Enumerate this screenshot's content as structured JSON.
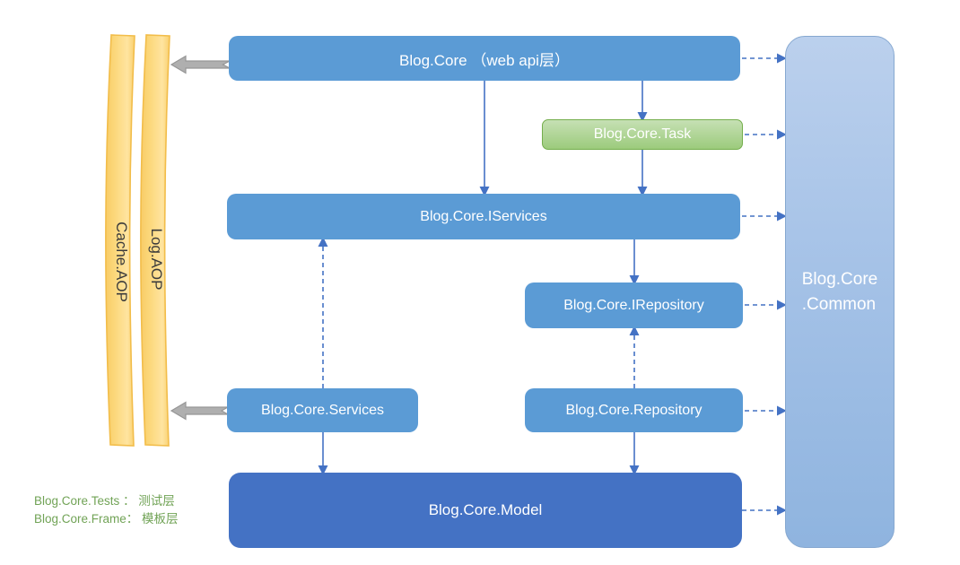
{
  "diagram": {
    "boxes": {
      "web_api": "Blog.Core （web api层）",
      "task": "Blog.Core.Task",
      "iservices": "Blog.Core.IServices",
      "irepository": "Blog.Core.IRepository",
      "services": "Blog.Core.Services",
      "repository": "Blog.Core.Repository",
      "model": "Blog.Core.Model",
      "common_line1": "Blog.Core",
      "common_line2": ".Common"
    },
    "bands": {
      "cache": "Cache.AOP",
      "log": "Log.AOP"
    },
    "legend": {
      "line1": "Blog.Core.Tests ： 测试层",
      "line2": "Blog.Core.Frame： 模板层"
    },
    "colors": {
      "box_blue": "#5B9BD5",
      "box_dark_blue": "#4472C4",
      "task_green_top": "#C6E0B4",
      "task_green_bottom": "#9CCB7C",
      "task_border_green": "#70AD47",
      "common_blue_top": "#BBD0ED",
      "common_blue_bottom": "#8FB4DF",
      "band_yellow": "#FCD97E",
      "band_border_gold": "#F2BD4A",
      "connector_blue": "#4472C4",
      "gray_arrow": "#AFAFAF",
      "legend_green": "#71A356",
      "band_text": "#3B3B3B"
    }
  }
}
